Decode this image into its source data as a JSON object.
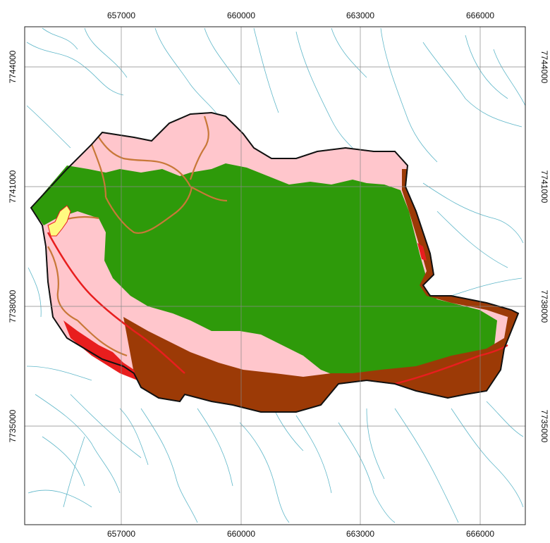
{
  "map": {
    "easting_ticks": [
      "657000",
      "660000",
      "663000",
      "666000"
    ],
    "northing_ticks": [
      "7744000",
      "7741000",
      "7738000",
      "7735000"
    ],
    "colors": {
      "native_vegetation": "#2e9a0a",
      "pasture": "#ffc6cc",
      "exposed_soil": "#9c3a06",
      "urban": "#fffa80",
      "roads": "#e81e1e",
      "drainage": "#5fb7c9",
      "trails": "#c87838"
    }
  }
}
